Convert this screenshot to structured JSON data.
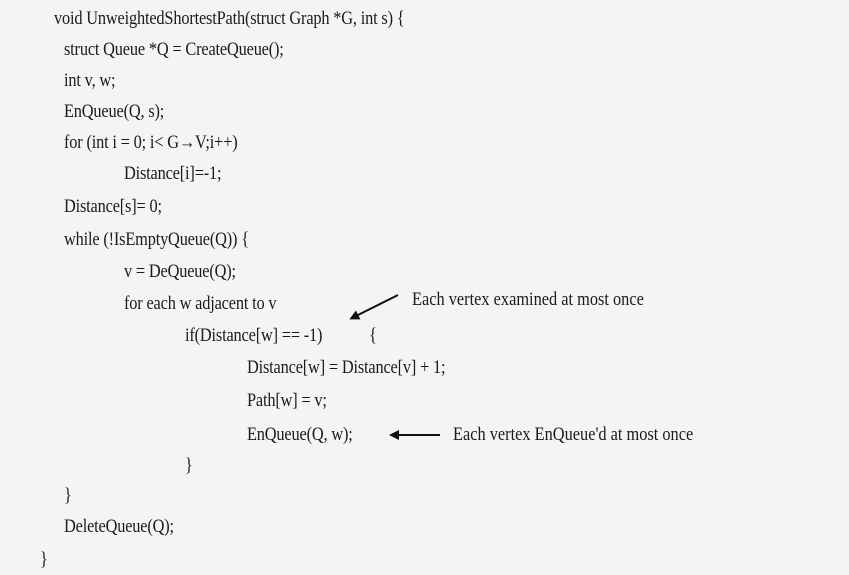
{
  "code": {
    "line_01": "void UnweightedShortestPath(struct Graph *G, int s) {",
    "line_02": "struct Queue *Q = CreateQueue();",
    "line_03": "int v, w;",
    "line_04": "EnQueue(Q, s);",
    "line_05": "for (int i = 0; i< G→V;i++)",
    "line_06": "Distance[i]=-1;",
    "line_07": "Distance[s]= 0;",
    "line_08": "while (!IsEmptyQueue(Q)) {",
    "line_09": "v = DeQueue(Q);",
    "line_10": "for each w adjacent to v",
    "line_11": "if(Distance[w] == -1)",
    "line_11_brace": "{",
    "line_12": "Distance[w] = Distance[v] + 1;",
    "line_13": "Path[w] = v;",
    "line_14": "EnQueue(Q, w);",
    "line_15": "}",
    "line_16": "}",
    "line_17": "DeleteQueue(Q);",
    "line_18": "}"
  },
  "annotations": {
    "vertex_examined": "Each vertex examined at most once",
    "vertex_enqueued": "Each vertex EnQueue'd at most once"
  }
}
